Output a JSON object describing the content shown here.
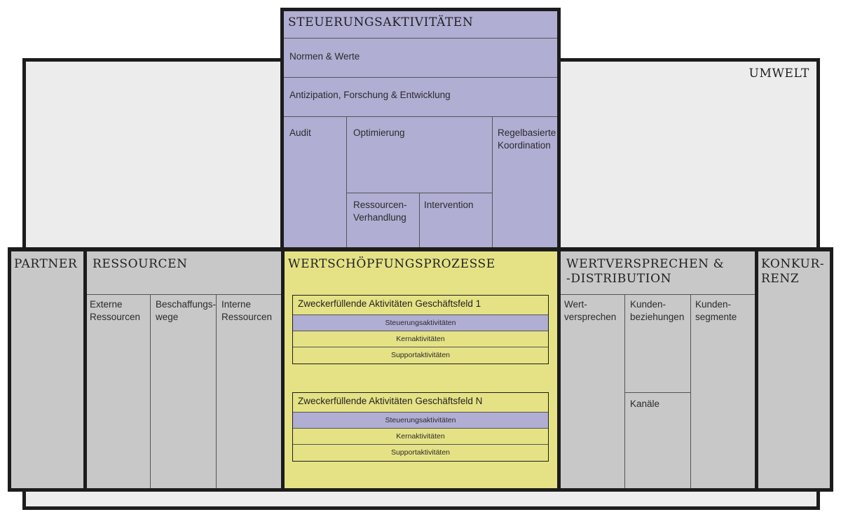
{
  "umwelt": {
    "title": "UMWELT"
  },
  "steuerung": {
    "title": "STEUERUNGSAKTIVITÄTEN",
    "normen": "Normen & Werte",
    "antizipation": "Antizipation, Forschung & Entwicklung",
    "audit": "Audit",
    "optimierung": "Optimierung",
    "regel": "Regelbasierte\nKoordination",
    "ressourcenverhandlung": "Ressourcen-\nVerhandlung",
    "intervention": "Intervention"
  },
  "partner": {
    "title": "PARTNER"
  },
  "ressourcen": {
    "title": "RESSOURCEN",
    "externe": "Externe\nRessourcen",
    "beschaffung": "Beschaffungs-\nwege",
    "interne": "Interne\nRessourcen"
  },
  "wertschoepfung": {
    "title": "WERTSCHÖPFUNGSPROZESSE",
    "geschaeftsfelder": [
      {
        "title": "Zweckerfüllende Aktivitäten Geschäftsfeld 1",
        "steuer": "Steuerungsaktivitäten",
        "kern": "Kernaktivitäten",
        "support": "Supportaktivitäten"
      },
      {
        "title": "Zweckerfüllende Aktivitäten Geschäftsfeld N",
        "steuer": "Steuerungsaktivitäten",
        "kern": "Kernaktivitäten",
        "support": "Supportaktivitäten"
      }
    ]
  },
  "wertversprechen": {
    "title": "WERTVERSPRECHEN &\n-DISTRIBUTION",
    "wert": "Wert-\nversprechen",
    "kundenbeziehungen": "Kunden-\nbeziehungen",
    "kanaele": "Kanäle",
    "kundensegmente": "Kunden-\nsegmente"
  },
  "konkurrenz": {
    "title": "KONKUR-\nRENZ"
  },
  "colors": {
    "steuerung": "#b1aed4",
    "wertschoepfung": "#e5e286",
    "panels": "#c8c8c8",
    "umwelt": "#ececec",
    "border": "#1c1c1c"
  }
}
